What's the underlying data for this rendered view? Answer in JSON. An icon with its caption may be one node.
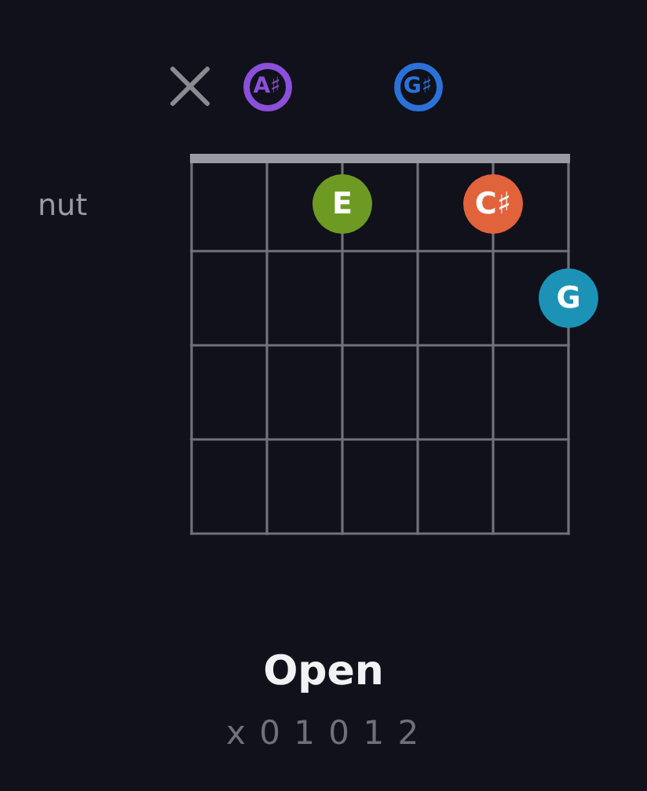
{
  "diagram": {
    "title": "Open",
    "nodes": [
      {
        "text": [
          "A♯"
        ]
      },
      {
        "text": [
          "G♯"
        ]
      },
      {
        "text": [
          "E"
        ]
      },
      {
        "text": [
          "C♯"
        ]
      },
      {
        "text": [
          "G"
        ]
      }
    ],
    "labels": [
      "nut",
      "x 0 1 0 1 2"
    ]
  }
}
